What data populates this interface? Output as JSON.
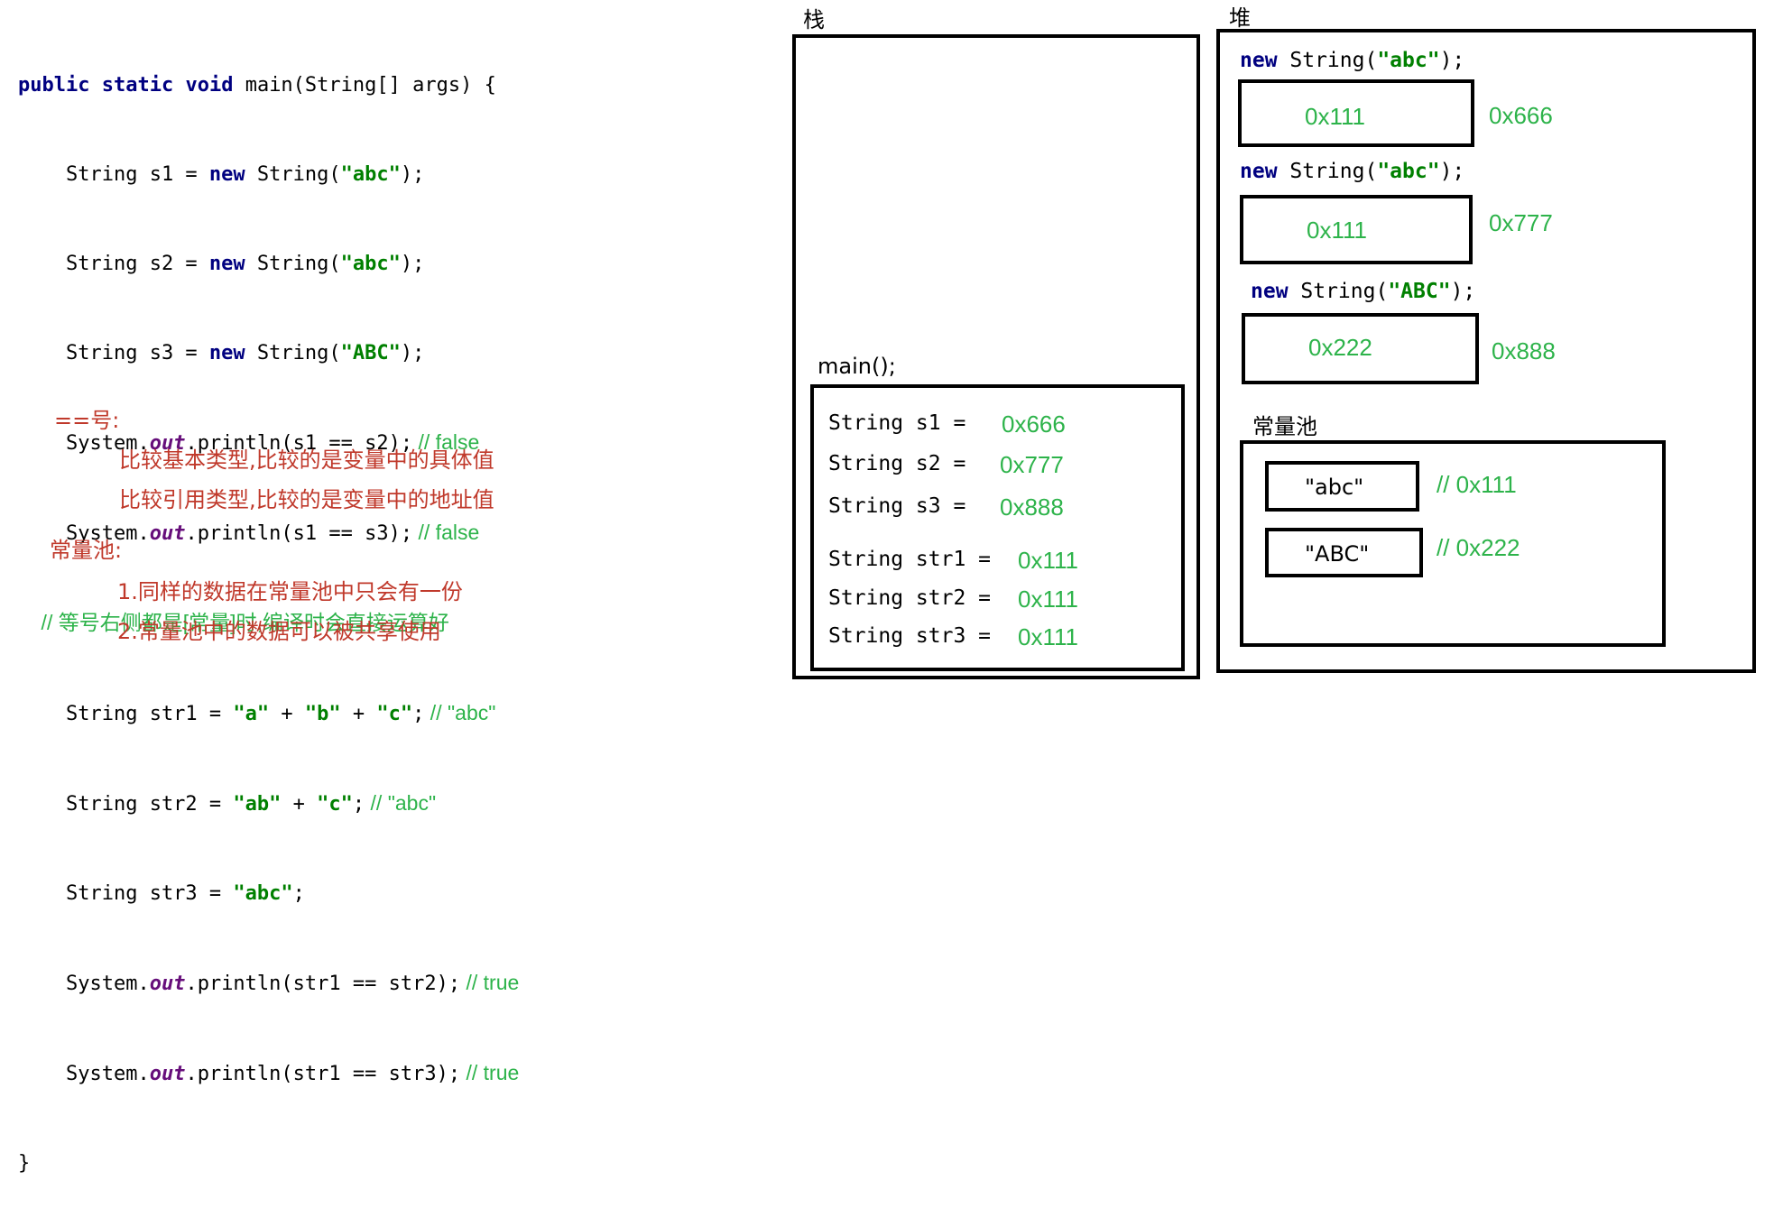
{
  "code": {
    "public": "public",
    "static": "static",
    "void": "void",
    "new": "new",
    "main_sig": " main(String[] args) {",
    "decl_s1": "    String s1 = ",
    "decl_s2": "    String s2 = ",
    "decl_s3": "    String s3 = ",
    "ctor": " String(",
    "ctor_end": ");",
    "abc_lit": "\"abc\"",
    "ABC_lit": "\"ABC\"",
    "sysout_pre": "    System.",
    "out": "out",
    "println_s1s2": ".println(s1 == s2);",
    "println_s1s3": ".println(s1 == s3);",
    "comment_false1": " // false",
    "comment_false2": " // false",
    "comment_const": "    // 等号右侧都是[常量]时,编译时会直接运算好",
    "str1_pre": "    String str1 = ",
    "a_lit": "\"a\"",
    "plus": " + ",
    "b_lit": "\"b\"",
    "c_lit": "\"c\"",
    "semi": ";",
    "comment_abc1": " // \"abc\"",
    "str2_pre": "    String str2 = ",
    "ab_lit": "\"ab\"",
    "comment_abc2": " // \"abc\"",
    "str3_pre": "    String str3 = ",
    "println_str12": ".println(str1 == str2);",
    "comment_true1": " // true",
    "println_str13": ".println(str1 == str3);",
    "comment_true2": " // true",
    "close_brace": "}"
  },
  "notes": {
    "eq_title": "==号:",
    "eq_line1": "比较基本类型,比较的是变量中的具体值",
    "eq_line2": "比较引用类型,比较的是变量中的地址值",
    "pool_title": "常量池:",
    "pool_line1": "1.同样的数据在常量池中只会有一份",
    "pool_line2": "2.常量池中的数据可以被共享使用"
  },
  "stack": {
    "title": "栈",
    "frame_label": "main();",
    "vars": [
      {
        "name": "String s1 = ",
        "value": "0x666"
      },
      {
        "name": "String s2 = ",
        "value": "0x777"
      },
      {
        "name": "String s3 = ",
        "value": "0x888"
      },
      {
        "name": "String str1 = ",
        "value": "0x111"
      },
      {
        "name": "String str2 = ",
        "value": "0x111"
      },
      {
        "name": "String str3 = ",
        "value": "0x111"
      }
    ]
  },
  "heap": {
    "title": "堆",
    "objects": [
      {
        "kw": "new",
        "ctor": " String(",
        "lit": "\"abc\"",
        "end": ");",
        "inner": "0x111",
        "addr": "0x666"
      },
      {
        "kw": "new",
        "ctor": " String(",
        "lit": "\"abc\"",
        "end": ");",
        "inner": "0x111",
        "addr": "0x777"
      },
      {
        "kw": "new",
        "ctor": " String(",
        "lit": "\"ABC\"",
        "end": ");",
        "inner": "0x222",
        "addr": "0x888"
      }
    ],
    "pool_title": "常量池",
    "pool_items": [
      {
        "text": "\"abc\"",
        "addr": "// 0x111"
      },
      {
        "text": "\"ABC\"",
        "addr": "// 0x222"
      }
    ]
  },
  "colors": {
    "keyword": "#000080",
    "string_literal": "#008000",
    "field": "#660e7a",
    "comment_green": "#2db34a",
    "note_red": "#c0392b"
  }
}
